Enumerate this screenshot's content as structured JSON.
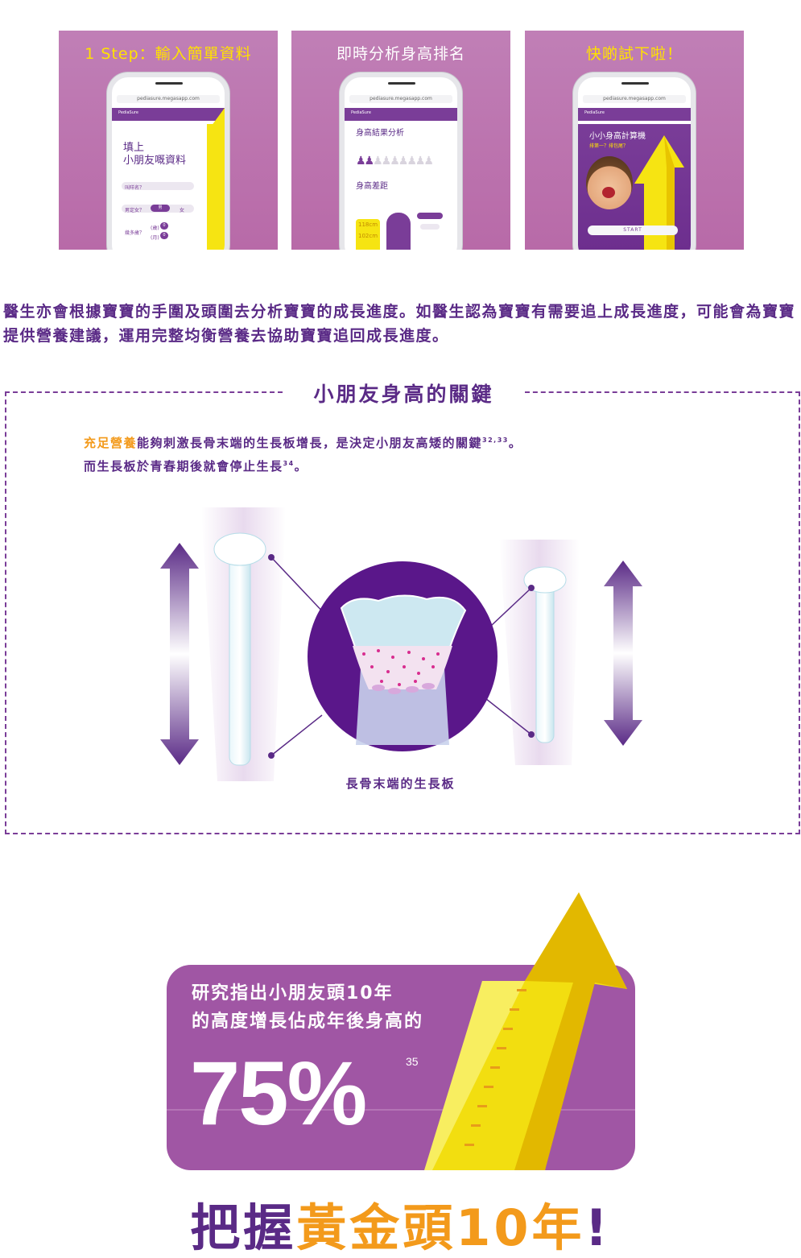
{
  "steps": [
    {
      "title": "1 Step：輸入簡單資料",
      "url": "pediasure.megasapp.com",
      "heading_line1": "填上",
      "heading_line2": "小朋友嘅資料",
      "field_name": "叫咩名？",
      "field_gender": "男定女？",
      "gender_male": "男",
      "gender_female": "女",
      "field_age": "幾多歲？",
      "age_year": "(歲)",
      "age_month": "(月)",
      "zero": "0"
    },
    {
      "title": "即時分析身高排名",
      "url": "pediasure.megasapp.com",
      "heading": "身高結果分析",
      "heading2": "身高差距",
      "value_a": "118cm",
      "value_b": "102cm"
    },
    {
      "title": "快啲試下啦！",
      "url": "pediasure.megasapp.com",
      "heading": "小小身高計算機",
      "sub": "排第一？排包尾？",
      "start": "START"
    }
  ],
  "intro": "醫生亦會根據寶寶的手圍及頭圍去分析寶寶的成長進度。如醫生認為寶寶有需要追上成長進度，可能會為寶寶提供營養建議，運用完整均衡營養去協助寶寶追回成長進度。",
  "key": {
    "title": "小朋友身高的關鍵",
    "highlight": "充足營養",
    "line1_rest": "能夠刺激長骨末端的生長板增長，是決定小朋友高矮的關鍵",
    "ref1": "32,33",
    "line1_end": "。",
    "line2": "而生長板於青春期後就會停止生長",
    "ref2": "34",
    "line2_end": "。",
    "bone_label": "長骨末端的生長板"
  },
  "stat": {
    "line1": "研究指出小朋友頭10年",
    "line2": "的高度增長佔成年後身高的",
    "number": "75%",
    "ref": "35"
  },
  "slogan": {
    "part1": "把握",
    "part2": "黃金頭10年",
    "part3": "!"
  },
  "colors": {
    "purple": "#5a2a86",
    "card": "#b86aa8",
    "orange": "#f39a1b",
    "yellow": "#f6e412"
  }
}
